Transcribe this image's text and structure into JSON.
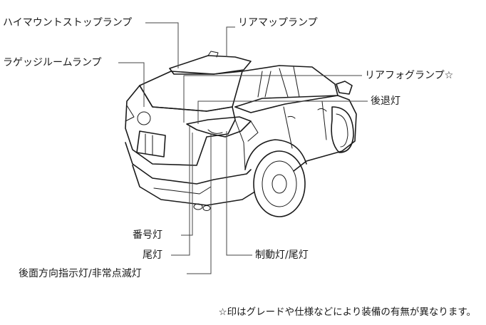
{
  "labels": {
    "high_mount_stop": "ハイマウントストップランプ",
    "rear_map": "リアマップランプ",
    "luggage_room": "ラゲッジルームランプ",
    "rear_fog": "リアフォグランプ☆",
    "reverse": "後退灯",
    "license": "番号灯",
    "tail": "尾灯",
    "brake_tail": "制動灯/尾灯",
    "turn_hazard": "後面方向指示灯/非常点滅灯"
  },
  "footnote": "☆印はグレードや仕様などにより装備の有無が異なります。"
}
